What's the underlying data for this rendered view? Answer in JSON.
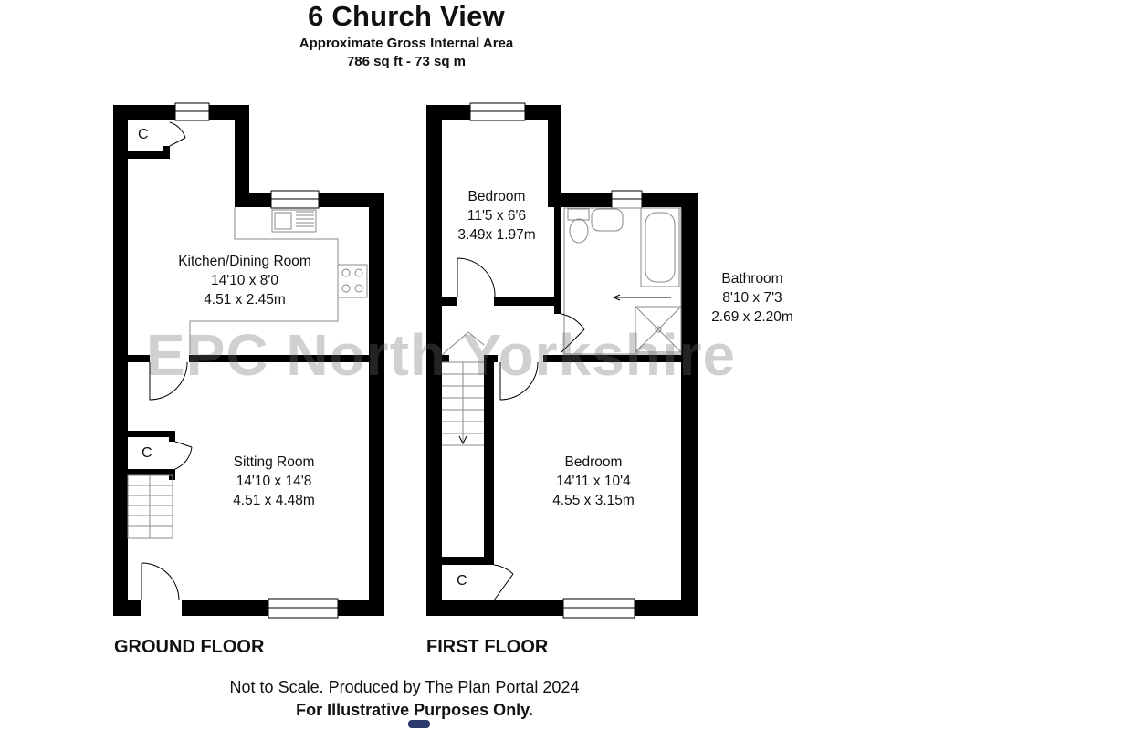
{
  "header": {
    "title": "6 Church View",
    "area_label": "Approximate Gross Internal Area",
    "area_value": "786 sq ft - 73 sq m"
  },
  "floors": {
    "ground": {
      "label": "GROUND FLOOR",
      "rooms": {
        "kitchen": {
          "name": "Kitchen/Dining Room",
          "imperial": "14'10 x 8'0",
          "metric": "4.51 x 2.45m"
        },
        "sitting": {
          "name": "Sitting Room",
          "imperial": "14'10 x 14'8",
          "metric": "4.51 x 4.48m"
        }
      },
      "cupboard_labels": [
        "C",
        "C"
      ]
    },
    "first": {
      "label": "FIRST FLOOR",
      "rooms": {
        "bedroom_small": {
          "name": "Bedroom",
          "imperial": "11'5 x 6'6",
          "metric": "3.49x 1.97m"
        },
        "bathroom": {
          "name": "Bathroom",
          "imperial": "8'10 x 7'3",
          "metric": "2.69 x 2.20m"
        },
        "bedroom_large": {
          "name": "Bedroom",
          "imperial": "14'11 x 10'4",
          "metric": "4.55 x 3.15m"
        }
      },
      "cupboard_labels": [
        "C"
      ]
    }
  },
  "watermark": "EPC North Yorkshire",
  "footer": {
    "disclaimer": "Not to Scale. Produced by The Plan Portal 2024",
    "note": "For Illustrative Purposes Only."
  },
  "colors": {
    "wall": "#000000",
    "fixture": "#888888",
    "background": "#ffffff"
  }
}
